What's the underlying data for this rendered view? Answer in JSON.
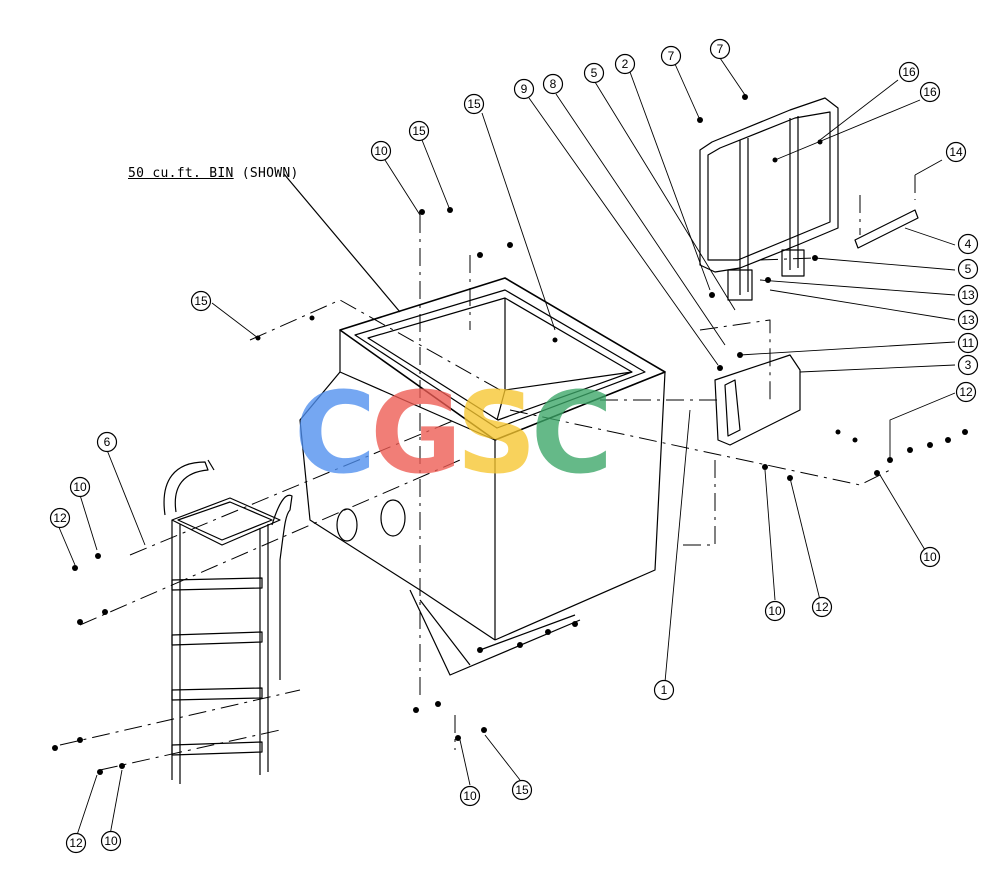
{
  "title_note": {
    "label": "50 cu.ft. BIN",
    "suffix": "(SHOWN)"
  },
  "callouts": [
    {
      "id": "c-15a",
      "label": "15"
    },
    {
      "id": "c-10a",
      "label": "10"
    },
    {
      "id": "c-15b",
      "label": "15"
    },
    {
      "id": "c-15c",
      "label": "15"
    },
    {
      "id": "c-9",
      "label": "9"
    },
    {
      "id": "c-8",
      "label": "8"
    },
    {
      "id": "c-5a",
      "label": "5"
    },
    {
      "id": "c-2",
      "label": "2"
    },
    {
      "id": "c-7a",
      "label": "7"
    },
    {
      "id": "c-7b",
      "label": "7"
    },
    {
      "id": "c-16a",
      "label": "16"
    },
    {
      "id": "c-16b",
      "label": "16"
    },
    {
      "id": "c-14",
      "label": "14"
    },
    {
      "id": "c-4",
      "label": "4"
    },
    {
      "id": "c-5b",
      "label": "5"
    },
    {
      "id": "c-13a",
      "label": "13"
    },
    {
      "id": "c-13b",
      "label": "13"
    },
    {
      "id": "c-11",
      "label": "11"
    },
    {
      "id": "c-3",
      "label": "3"
    },
    {
      "id": "c-12a",
      "label": "12"
    },
    {
      "id": "c-10b",
      "label": "10"
    },
    {
      "id": "c-10c",
      "label": "10"
    },
    {
      "id": "c-12b",
      "label": "12"
    },
    {
      "id": "c-1",
      "label": "1"
    },
    {
      "id": "c-6",
      "label": "6"
    },
    {
      "id": "c-10d",
      "label": "10"
    },
    {
      "id": "c-12c",
      "label": "12"
    },
    {
      "id": "c-10e",
      "label": "10"
    },
    {
      "id": "c-15d",
      "label": "15"
    },
    {
      "id": "c-12d",
      "label": "12"
    },
    {
      "id": "c-10f",
      "label": "10"
    }
  ],
  "watermark": {
    "letters": [
      "C",
      "G",
      "S",
      "C"
    ],
    "colors": [
      "#4f8fef",
      "#ee5a52",
      "#f7c62f",
      "#3aa667"
    ]
  },
  "colors": {
    "line": "#000000",
    "background": "#ffffff"
  }
}
